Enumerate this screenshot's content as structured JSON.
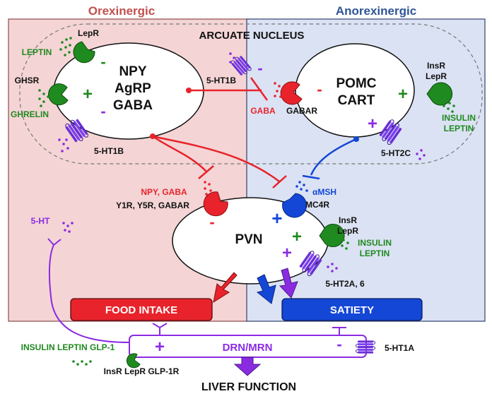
{
  "regions": {
    "orexigenic": "Orexinergic",
    "anorexigenic": "Anorexinergic",
    "arcuate": "ARCUATE NUCLEUS"
  },
  "colors": {
    "orexigenic_fill": "#f4d4d5",
    "anorexigenic_fill": "#dbe2f3",
    "orexigenic_title": "#c0504d",
    "anorexigenic_title": "#2f5597",
    "red": "#e8232b",
    "blue": "#1447d6",
    "purple": "#8a2be2",
    "green": "#1f8a1f"
  },
  "neurons": {
    "npy": {
      "lines": [
        "NPY",
        "AgRP",
        "GABA"
      ]
    },
    "pomc": {
      "lines": [
        "POMC",
        "CART"
      ]
    },
    "pvn": {
      "label": "PVN"
    }
  },
  "receptors": {
    "lepr_npy": "LepR",
    "ghsr": "GHSR",
    "ht1b_bottom": "5-HT1B",
    "ht1b_middle": "5-HT1B",
    "gabar": "GABAR",
    "insr_pomc": "InsR",
    "lepr_pomc": "LepR",
    "ht2c": "5-HT2C",
    "pvn_receptors": "Y1R, Y5R, GABAR",
    "mc4r": "MC4R",
    "insr_pvn": "InsR",
    "lepr_pvn": "LepR",
    "ht2a": "5-HT2A, 6",
    "ht1a": "5-HT1A",
    "drn_receptors": "InsR LepR GLP-1R"
  },
  "ligands": {
    "leptin": "LEPTIN",
    "ghrelin": "GHRELIN",
    "gaba": "GABA",
    "insulin_pomc": "INSULIN",
    "leptin_pomc": "LEPTIN",
    "npy_gaba": "NPY, GABA",
    "amsh": "αMSH",
    "insulin_pvn": "INSULIN",
    "leptin_pvn": "LEPTIN",
    "ht": "5-HT",
    "drn_inputs": "INSULIN LEPTIN GLP-1"
  },
  "signs": {
    "plus": "+",
    "minus": "-"
  },
  "outputs": {
    "food_intake": "FOOD INTAKE",
    "satiety": "SATIETY",
    "drn": "DRN/MRN",
    "liver": "LIVER FUNCTION"
  }
}
